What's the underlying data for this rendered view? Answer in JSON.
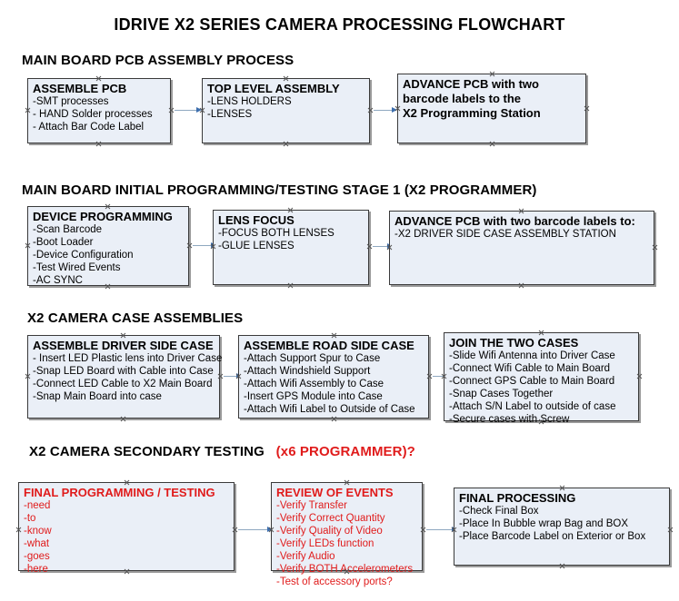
{
  "document": {
    "title": "IDRIVE X2  SERIES CAMERA PROCESSING FLOWCHART"
  },
  "colors": {
    "node_fill": "#eaeff7",
    "node_border": "#3a3a3a",
    "node_shadow": "#9a9a9a",
    "accent_red": "#e01b1b",
    "arrow_shaft": "#8fa8c0",
    "arrow_head": "#3e6fae",
    "text": "#000000"
  },
  "sections": [
    {
      "heading": "MAIN BOARD PCB ASSEMBLY PROCESS",
      "heading_accent": "",
      "nodes": [
        {
          "title": "ASSEMBLE PCB",
          "lines": [
            "-SMT processes",
            "- HAND Solder processes",
            "- Attach Bar Code Label"
          ]
        },
        {
          "title": "TOP LEVEL ASSEMBLY",
          "lines": [
            "-LENS HOLDERS",
            "-LENSES"
          ]
        },
        {
          "title": "",
          "lines": [
            "ADVANCE PCB with two",
            "barcode labels to the",
            " X2 Programming Station"
          ]
        }
      ]
    },
    {
      "heading": "MAIN BOARD INITIAL PROGRAMMING/TESTING STAGE 1 (X2 PROGRAMMER)",
      "heading_accent": "",
      "nodes": [
        {
          "title": "DEVICE PROGRAMMING",
          "lines": [
            "-Scan Barcode",
            "-Boot Loader",
            "-Device Configuration",
            "-Test Wired Events",
            "-AC SYNC"
          ]
        },
        {
          "title": "LENS FOCUS",
          "lines": [
            "-FOCUS BOTH LENSES",
            "-GLUE LENSES"
          ]
        },
        {
          "title": "ADVANCE PCB with two barcode labels to:",
          "lines": [
            "-X2 DRIVER  SIDE  CASE  ASSEMBLY STATION"
          ]
        }
      ]
    },
    {
      "heading": "X2 CAMERA CASE ASSEMBLIES",
      "heading_accent": "",
      "nodes": [
        {
          "title": "ASSEMBLE DRIVER SIDE CASE",
          "lines": [
            "- Insert LED Plastic lens into Driver Case",
            "-Snap LED Board with Cable into Case",
            "-Connect LED Cable to X2 Main Board",
            "-Snap Main Board into case"
          ]
        },
        {
          "title": "ASSEMBLE ROAD SIDE CASE",
          "lines": [
            "-Attach Support Spur to Case",
            "-Attach Windshield Support",
            "-Attach Wifi Assembly to Case",
            "-Insert GPS Module into Case",
            "-Attach Wifi Label to Outside of Case"
          ]
        },
        {
          "title": "JOIN THE TWO CASES",
          "lines": [
            "-Slide Wifi Antenna into Driver Case",
            "-Connect Wifi Cable to Main Board",
            "-Connect GPS Cable to Main Board",
            "-Snap Cases Together",
            "-Attach S/N Label to outside of case",
            "-Secure cases with Screw"
          ]
        }
      ]
    },
    {
      "heading": "X2 CAMERA SECONDARY TESTING",
      "heading_accent": "(x6 PROGRAMMER)?",
      "nodes": [
        {
          "title": "FINAL PROGRAMMING / TESTING",
          "lines": [
            "-need",
            "-to",
            "-know",
            "-what",
            "-goes",
            "-here"
          ]
        },
        {
          "title": "REVIEW OF EVENTS",
          "lines": [
            "-Verify Transfer",
            "-Verify Correct Quantity",
            "-Verify Quality of Video",
            "-Verify LEDs function",
            "-Verify Audio",
            "-Verify BOTH Accelerometers",
            "-Test of accessory ports?"
          ]
        },
        {
          "title": "FINAL PROCESSING",
          "lines": [
            " -Check Final Box",
            "-Place In Bubble wrap Bag and BOX",
            "-Place Barcode Label on Exterior or Box"
          ]
        }
      ]
    }
  ]
}
